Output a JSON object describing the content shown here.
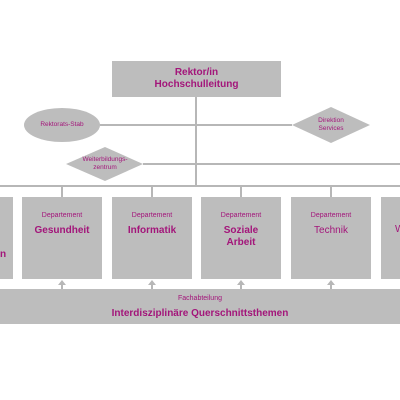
{
  "rektor": {
    "line1": "Rektor/in",
    "line2": "Hochschulleitung"
  },
  "rektorats_stab": {
    "label": "Rektorats-Stab"
  },
  "direktion_services": {
    "line1": "Direktion",
    "line2": "Services"
  },
  "weiterbildungszentrum": {
    "line1": "Weiterbildungs-",
    "line2": "zentrum"
  },
  "departements": [
    {
      "kind": "Departement",
      "name": "Gesundheit"
    },
    {
      "kind": "Departement",
      "name": "Informatik"
    },
    {
      "kind": "Departement",
      "name_line1": "Soziale",
      "name_line2": "Arbeit"
    },
    {
      "kind": "Departement",
      "name": "Technik"
    }
  ],
  "left_edge_box": {
    "name_fragment": "n"
  },
  "right_edge_box": {
    "name_fragment": "W"
  },
  "fachabteilung": {
    "kind": "Fachabteilung",
    "name": "Interdisziplinäre Querschnittsthemen"
  },
  "colors": {
    "accent": "#a3157a",
    "box": "#bdbdbd",
    "line": "#b7b7b7"
  }
}
